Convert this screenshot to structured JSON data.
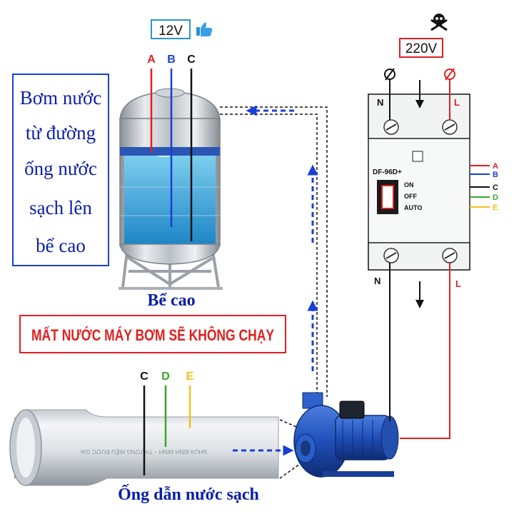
{
  "left_box": {
    "lines": [
      "Bơm nước",
      "từ đường",
      "ống nước",
      "sạch lên",
      "bể cao"
    ]
  },
  "tank": {
    "voltage": "12V",
    "caption": "Bể cao",
    "probes": [
      {
        "label": "A",
        "color": "#e02020"
      },
      {
        "label": "B",
        "color": "#1a3fd6"
      },
      {
        "label": "C",
        "color": "#111111"
      }
    ]
  },
  "warning": {
    "text": "MẤT NƯỚC MÁY BƠM SẼ KHÔNG CHẠY"
  },
  "pipe": {
    "caption": "Ống dẫn nước sạch",
    "probes": [
      {
        "label": "C",
        "color": "#111111"
      },
      {
        "label": "D",
        "color": "#3aa52a"
      },
      {
        "label": "E",
        "color": "#f2c21a"
      }
    ],
    "imprint": "NHỰA BÌNH MINH ~ THƯƠNG HIỆU ĐƯỢC GIA"
  },
  "controller": {
    "voltage": "220V",
    "model": "DF-96D+",
    "switch_modes": [
      "ON",
      "OFF",
      "AUTO"
    ],
    "top_terminals": [
      "N",
      "L"
    ],
    "bottom_terminals": [
      "N",
      "L"
    ],
    "terminal_outputs": [
      {
        "label": "A",
        "color": "#e02020"
      },
      {
        "label": "B",
        "color": "#1a3fd6"
      },
      {
        "label": "C",
        "color": "#111111"
      },
      {
        "label": "D",
        "color": "#3aa52a"
      },
      {
        "label": "E",
        "color": "#f2c21a"
      }
    ]
  },
  "colors": {
    "flow_arrow": "#1a3fd6",
    "box_border": "#1a3fd6",
    "box_text": "#0a1fa8",
    "warning_text": "#e02020",
    "live_wire": "#e02020",
    "neutral_wire": "#111111",
    "water": "#3aa7de",
    "pump_body": "#1f4fb8"
  }
}
